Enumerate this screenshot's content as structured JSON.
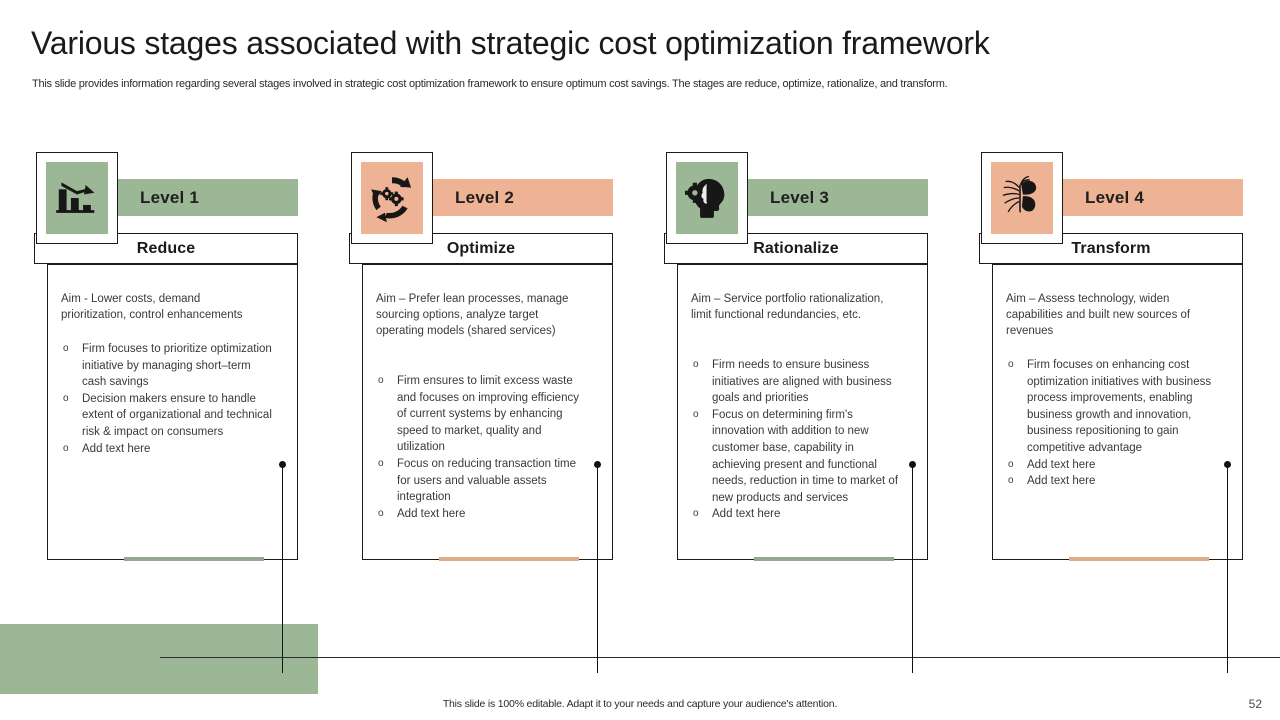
{
  "slide": {
    "title": "Various stages associated with strategic cost optimization framework",
    "subtitle": "This slide provides information regarding several stages involved in strategic cost optimization framework to ensure optimum cost savings. The stages are reduce, optimize, rationalize, and transform.",
    "footer_note": "This slide is 100% editable. Adapt it to your needs and capture your audience's attention.",
    "page_number": "52"
  },
  "colors": {
    "green": "#9cb795",
    "peach": "#eeb394",
    "green_accent": "#93a891",
    "peach_accent": "#e0ab88",
    "ink": "#1a1a1a",
    "body_text": "#3a3a3a"
  },
  "cards": [
    {
      "level_label": "Level 1",
      "stage_title": "Reduce",
      "icon": "declining-bar-chart-icon",
      "theme": "green",
      "aim": "Aim - Lower costs, demand prioritization, control enhancements",
      "bullets": [
        "Firm focuses to prioritize optimization initiative by managing short–term cash savings",
        "Decision makers ensure to handle extent of organizational and technical risk & impact on consumers",
        "Add text here"
      ]
    },
    {
      "level_label": "Level 2",
      "stage_title": "Optimize",
      "icon": "gears-recycle-icon",
      "theme": "peach",
      "aim": "Aim – Prefer lean processes, manage sourcing options, analyze target operating models (shared services)",
      "bullets": [
        "Firm ensures to limit excess waste and focuses on improving efficiency of current systems by enhancing speed to market, quality and utilization",
        "Focus on reducing transaction time for users and valuable assets integration",
        "Add text here"
      ]
    },
    {
      "level_label": "Level 3",
      "stage_title": "Rationalize",
      "icon": "head-gear-brain-icon",
      "theme": "green",
      "aim": "Aim – Service portfolio rationalization, limit functional redundancies, etc.",
      "bullets": [
        "Firm needs to ensure business initiatives are aligned with business goals and priorities",
        "Focus on determining firm's innovation with addition to new customer base, capability in achieving present and functional needs, reduction in time to market of new products and services",
        "Add text here"
      ]
    },
    {
      "level_label": "Level 4",
      "stage_title": "Transform",
      "icon": "butterfly-transform-icon",
      "theme": "peach",
      "aim": "Aim – Assess technology, widen capabilities and built new sources of revenues",
      "bullets": [
        "Firm focuses on enhancing cost optimization initiatives with business process improvements, enabling business growth and innovation, business repositioning to gain competitive advantage",
        "Add text here",
        "Add text here"
      ]
    }
  ]
}
